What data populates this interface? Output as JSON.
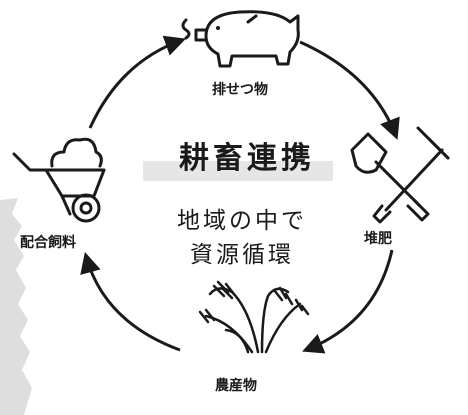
{
  "center": {
    "title": "耕畜連携",
    "line1": "地域の中で",
    "line2": "資源循環"
  },
  "nodes": {
    "manure": "排せつ物",
    "compost": "堆肥",
    "crops": "農産物",
    "feed": "配合飼料"
  },
  "colors": {
    "ink": "#1a1a1a",
    "band": "#e6e6e6",
    "texture": "#dedede"
  }
}
